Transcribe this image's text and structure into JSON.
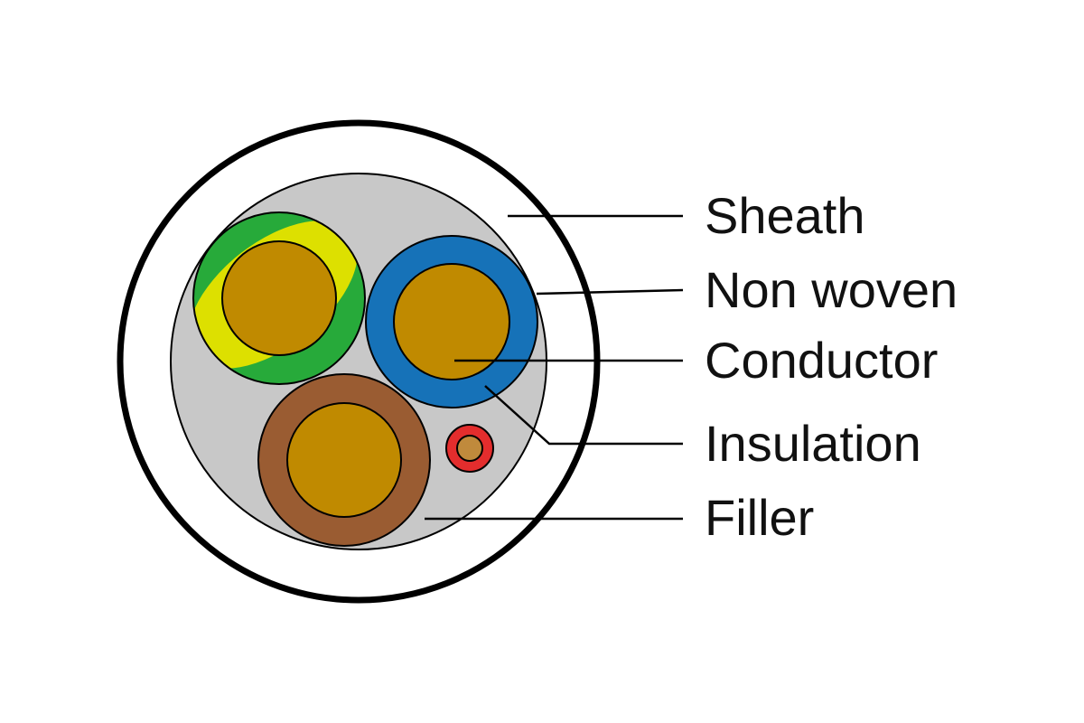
{
  "labels": {
    "sheath": "Sheath",
    "non_woven": "Non woven",
    "conductor": "Conductor",
    "insulation": "Insulation",
    "filler": "Filler"
  },
  "colors": {
    "sheath": "#ffffff",
    "non_woven": "#c8c8c8",
    "conductor": "#c08a00",
    "earth_green": "#27aa3a",
    "earth_yellow": "#dde000",
    "blue_insulation": "#1672b8",
    "brown_insulation": "#9a5c32",
    "red_core": "#e32d2d",
    "red_core_conductor": "#c08a3c",
    "outline": "#000000"
  }
}
